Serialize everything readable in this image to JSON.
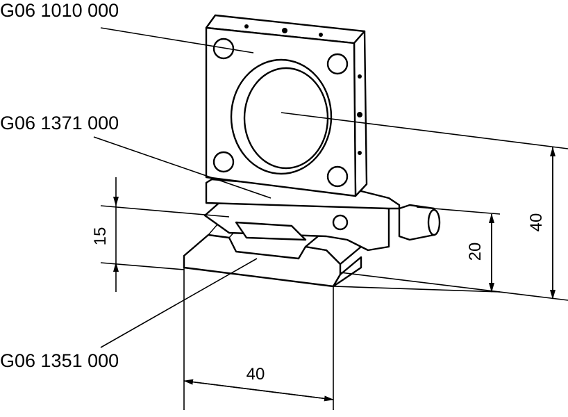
{
  "parts": [
    {
      "label": "G06 1010 000"
    },
    {
      "label": "G06 1371 000"
    },
    {
      "label": "G06 1351 000"
    }
  ],
  "dimensions": {
    "base_height": "15",
    "axis_height": "20",
    "total_height": "40",
    "width": "40"
  }
}
